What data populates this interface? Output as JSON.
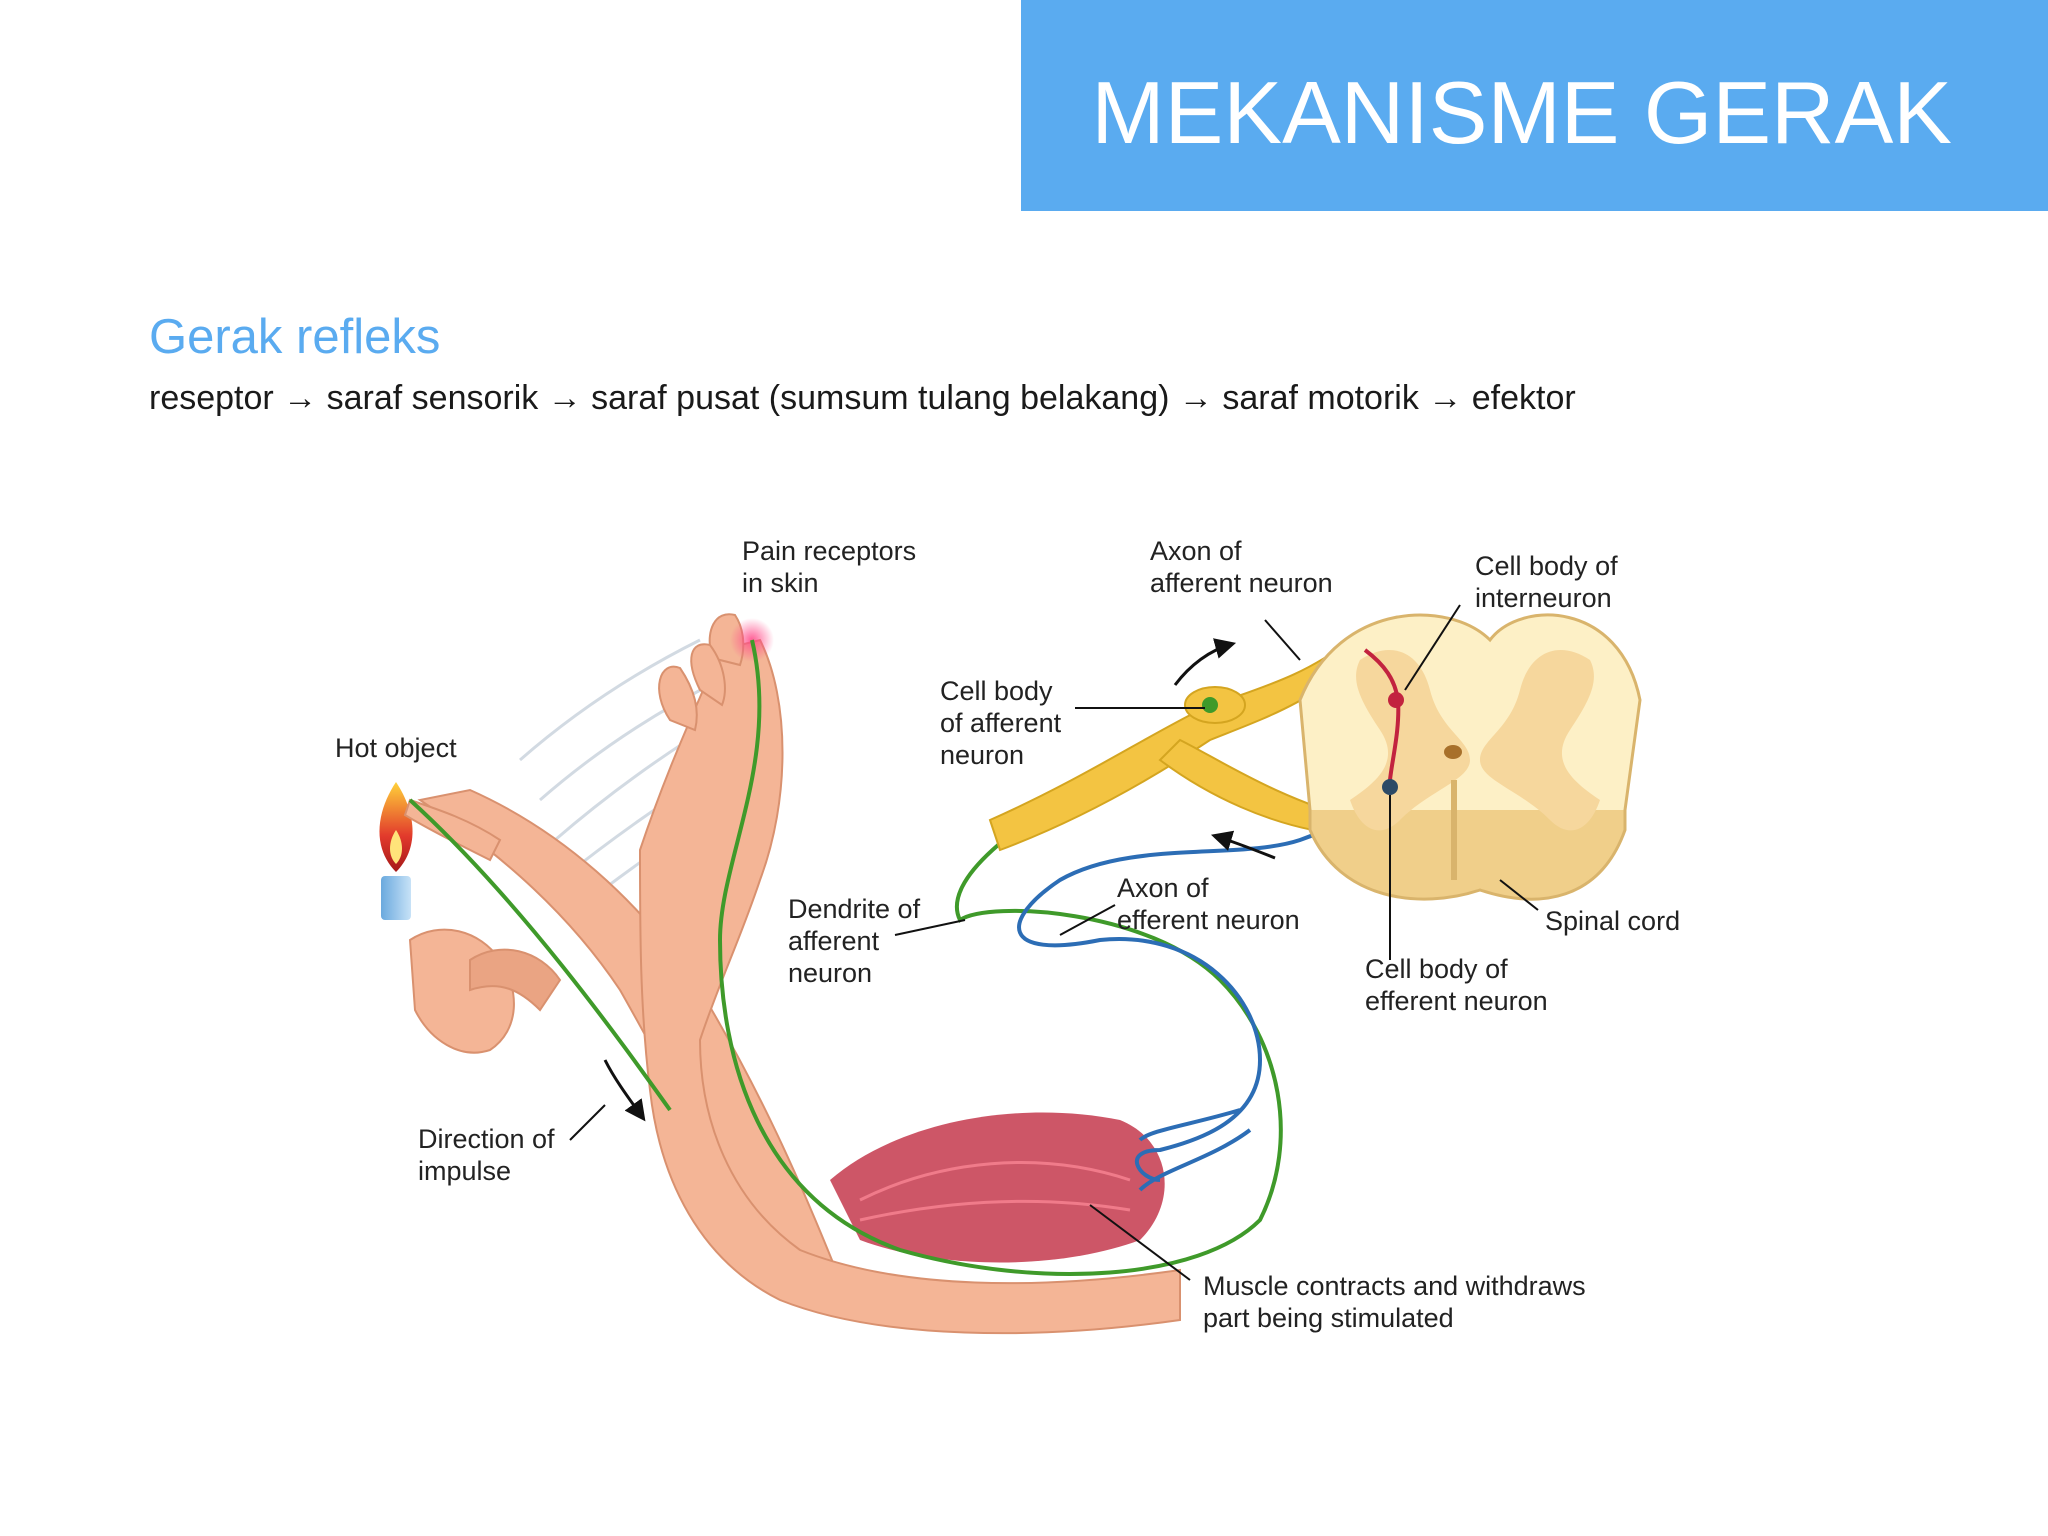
{
  "slide": {
    "title": "MEKANISME GERAK",
    "subtitle": "Gerak refleks",
    "flow": "reseptor → saraf sensorik → saraf pusat (sumsum tulang belakang) → saraf motorik → efektor"
  },
  "diagram": {
    "labels": {
      "pain_receptors_1": "Pain receptors",
      "pain_receptors_2": "in skin",
      "axon_afferent_1": "Axon of",
      "axon_afferent_2": "afferent neuron",
      "cell_body_interneuron_1": "Cell body of",
      "cell_body_interneuron_2": "interneuron",
      "cell_body_afferent_1": "Cell body",
      "cell_body_afferent_2": "of afferent",
      "cell_body_afferent_3": "neuron",
      "hot_object": "Hot object",
      "dendrite_afferent_1": "Dendrite of",
      "dendrite_afferent_2": "afferent",
      "dendrite_afferent_3": "neuron",
      "axon_efferent_1": "Axon of",
      "axon_efferent_2": "efferent neuron",
      "spinal_cord": "Spinal cord",
      "cell_body_efferent_1": "Cell body of",
      "cell_body_efferent_2": "efferent neuron",
      "direction_impulse_1": "Direction of",
      "direction_impulse_2": "impulse",
      "muscle_1": "Muscle contracts and withdraws",
      "muscle_2": "part being stimulated"
    },
    "colors": {
      "skin": "#f4b596",
      "skin_shadow": "#e29a7c",
      "muscle": "#c84456",
      "afferent_nerve": "#3f9a2a",
      "efferent_nerve": "#2c6db5",
      "spinal_gray": "#f6d79d",
      "spinal_white": "#fdf0c6",
      "ganglion": "#f3c442",
      "flame": "#e23a2c"
    }
  }
}
